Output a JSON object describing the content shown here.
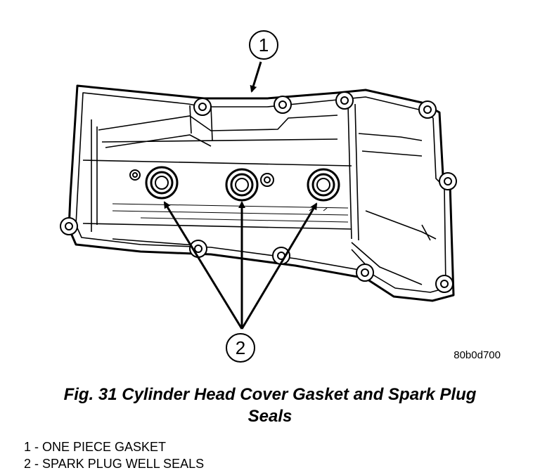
{
  "diagram": {
    "callouts": [
      {
        "number": "1"
      },
      {
        "number": "2"
      }
    ],
    "figure_code": "80b0d700"
  },
  "caption": {
    "line1": "Fig. 31 Cylinder Head Cover Gasket and Spark Plug",
    "line2": "Seals"
  },
  "legend": {
    "items": [
      {
        "text": "1 - ONE PIECE GASKET"
      },
      {
        "text": "2 - SPARK PLUG WELL SEALS"
      }
    ]
  }
}
